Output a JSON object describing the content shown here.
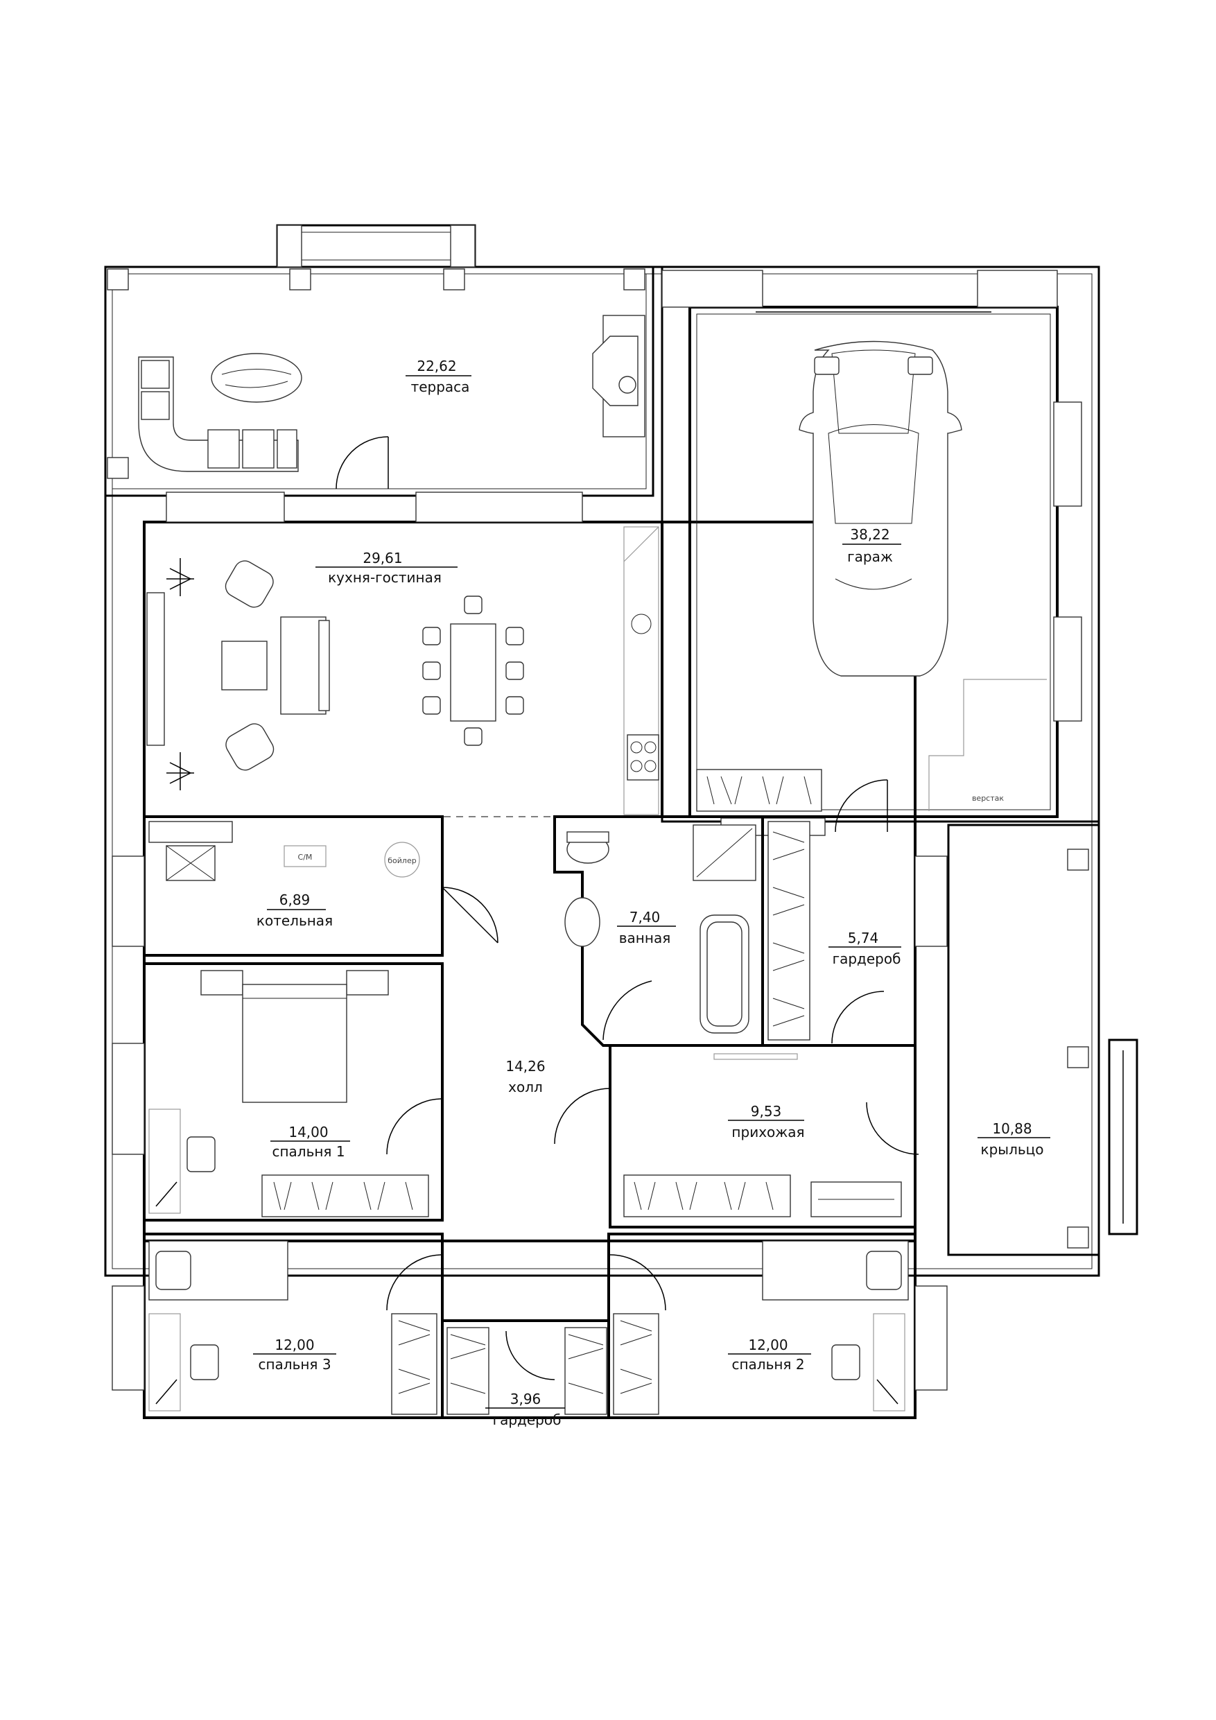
{
  "rooms": [
    {
      "id": "terrace",
      "area": "22,62",
      "name": "терраса"
    },
    {
      "id": "kitchen",
      "area": "29,61",
      "name": "кухня-гостиная"
    },
    {
      "id": "garage",
      "area": "38,22",
      "name": "гараж"
    },
    {
      "id": "boiler",
      "area": "6,89",
      "name": "котельная"
    },
    {
      "id": "bath",
      "area": "7,40",
      "name": "ванная"
    },
    {
      "id": "wardrobe1",
      "area": "5,74",
      "name": "гардероб"
    },
    {
      "id": "hall",
      "area": "14,26",
      "name": "холл"
    },
    {
      "id": "entry",
      "area": "9,53",
      "name": "прихожая"
    },
    {
      "id": "porch",
      "area": "10,88",
      "name": "крыльцо"
    },
    {
      "id": "bed1",
      "area": "14,00",
      "name": "спальня 1"
    },
    {
      "id": "bed3",
      "area": "12,00",
      "name": "спальня 3"
    },
    {
      "id": "bed2",
      "area": "12,00",
      "name": "спальня 2"
    },
    {
      "id": "wardrobe2",
      "area": "3,96",
      "name": "гардероб"
    }
  ],
  "labels": {
    "workbench": "верстак",
    "boiler_unit": "бойлер",
    "washer": "С/М"
  }
}
